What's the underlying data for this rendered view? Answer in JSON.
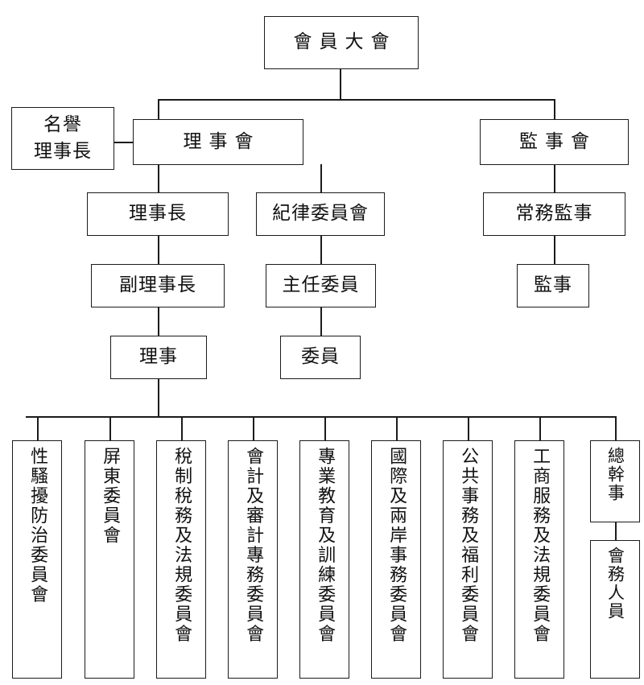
{
  "chart": {
    "type": "organization-chart",
    "title_text": "",
    "orientation": "top-down",
    "line_color": "#1b1b1b",
    "box_fill": "#ffffff",
    "background": "#ffffff"
  },
  "nodes": {
    "general_assembly": {
      "label": "會員大會"
    },
    "honorary_chairman": {
      "label": "名譽\n理事長"
    },
    "board_of_directors": {
      "label": "理事會"
    },
    "board_of_supervisors": {
      "label": "監事會"
    },
    "chairman": {
      "label": "理事長"
    },
    "discipline_committee": {
      "label": "紀律委員會"
    },
    "standing_supervisor": {
      "label": "常務監事"
    },
    "vice_chairman": {
      "label": "副理事長"
    },
    "committee_chair": {
      "label": "主任委員"
    },
    "supervisor": {
      "label": "監事"
    },
    "director": {
      "label": "理事"
    },
    "committee_member": {
      "label": "委員"
    },
    "secretary_general": {
      "label": "總幹事"
    },
    "administrative_staff": {
      "label": "會務人員"
    }
  },
  "committees": [
    {
      "label": "性騷擾防治委員會"
    },
    {
      "label": "屏東委員會"
    },
    {
      "label": "稅制稅務及法規委員會"
    },
    {
      "label": "會計及審計專務委員會"
    },
    {
      "label": "專業教育及訓練委員會"
    },
    {
      "label": "國際及兩岸事務委員會"
    },
    {
      "label": "公共事務及福利委員會"
    },
    {
      "label": "工商服務及法規委員會"
    }
  ]
}
